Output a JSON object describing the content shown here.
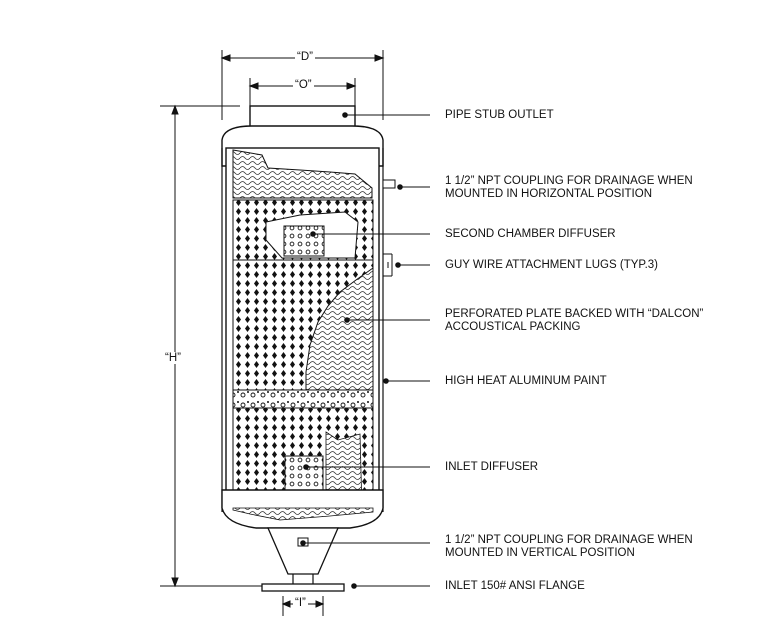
{
  "dimensions": {
    "diameter": "“D”",
    "outlet": "“O”",
    "height": "“H”",
    "inlet": "“I”"
  },
  "callouts": [
    {
      "id": "pipe-stub-outlet",
      "lines": [
        "PIPE STUB OUTLET"
      ]
    },
    {
      "id": "coupling-horizontal",
      "lines": [
        "1 1/2” NPT COUPLING FOR DRAINAGE WHEN",
        "MOUNTED IN HORIZONTAL POSITION"
      ]
    },
    {
      "id": "second-chamber-diffuser",
      "lines": [
        "SECOND CHAMBER DIFFUSER"
      ]
    },
    {
      "id": "guy-wire-lugs",
      "lines": [
        "GUY WIRE ATTACHMENT LUGS (TYP.3)"
      ]
    },
    {
      "id": "perforated-plate",
      "lines": [
        "PERFORATED PLATE BACKED WITH “DALCON”",
        "ACCOUSTICAL PACKING"
      ]
    },
    {
      "id": "aluminum-paint",
      "lines": [
        "HIGH HEAT ALUMINUM PAINT"
      ]
    },
    {
      "id": "inlet-diffuser",
      "lines": [
        "INLET DIFFUSER"
      ]
    },
    {
      "id": "coupling-vertical",
      "lines": [
        "1 1/2” NPT COUPLING FOR DRAINAGE WHEN",
        "MOUNTED IN VERTICAL POSITION"
      ]
    },
    {
      "id": "inlet-flange",
      "lines": [
        "INLET 150# ANSI FLANGE"
      ]
    }
  ]
}
